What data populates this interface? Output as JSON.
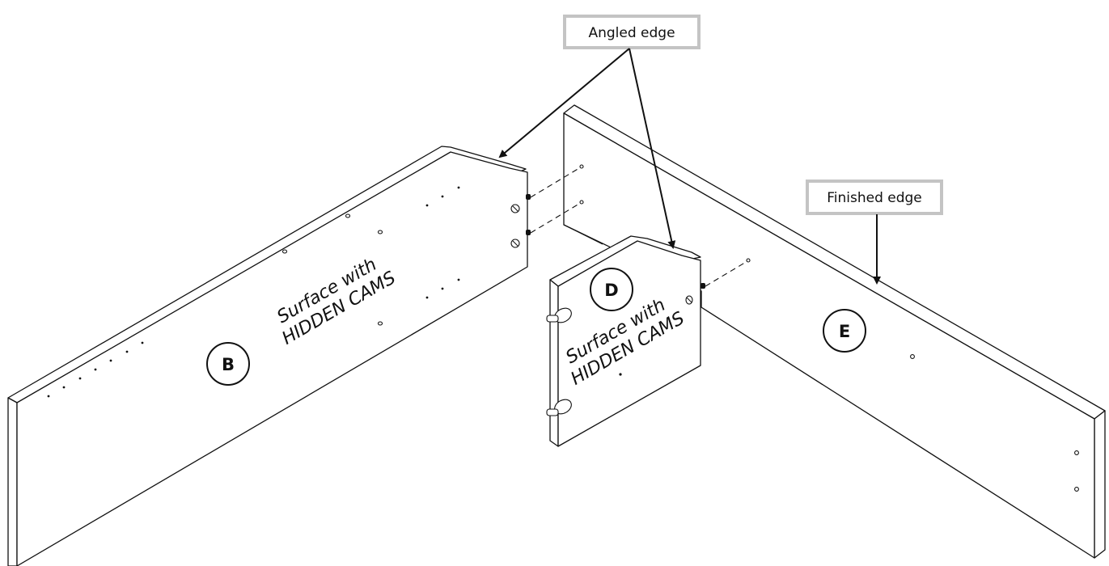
{
  "callouts": {
    "angled_edge": "Angled edge",
    "finished_edge": "Finished edge"
  },
  "panels": {
    "b": {
      "label": "B",
      "surface_line1": "Surface with",
      "surface_line2": "HIDDEN CAMS"
    },
    "d": {
      "label": "D",
      "surface_line1": "Surface with",
      "surface_line2": "HIDDEN CAMS"
    },
    "e": {
      "label": "E"
    }
  },
  "colors": {
    "line": "#111111",
    "callout_border": "#c4c4c4",
    "background": "#ffffff"
  }
}
